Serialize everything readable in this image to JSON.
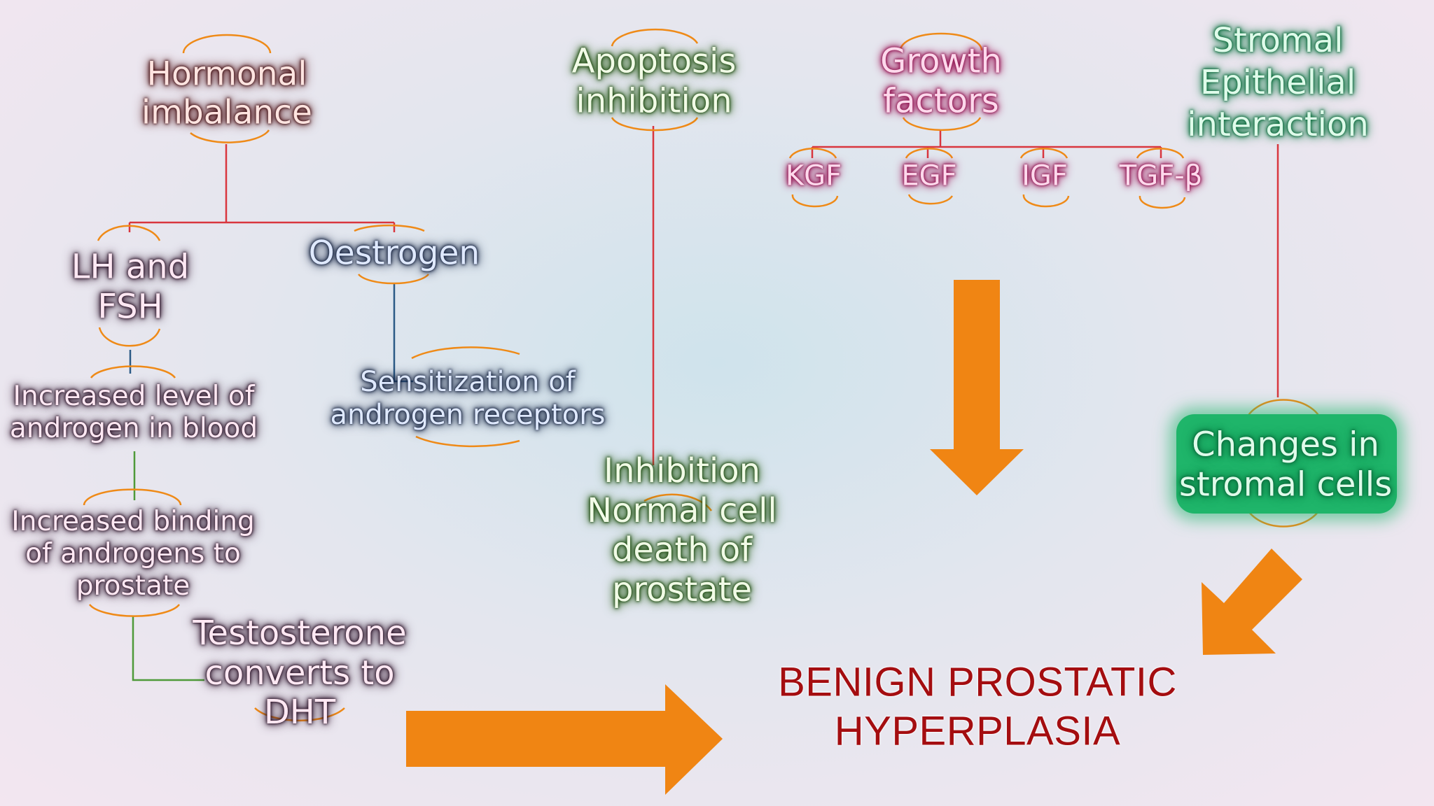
{
  "nodes": {
    "hormonal_imbalance": "Hormonal imbalance",
    "hormonal_imbalance_l1": "Hormonal",
    "hormonal_imbalance_l2": "imbalance",
    "lh_fsh_l1": "LH and",
    "lh_fsh_l2": "FSH",
    "oestrogen": "Oestrogen",
    "increased_level_l1": "Increased level of",
    "increased_level_l2": "androgen in blood",
    "sensitization_l1": "Sensitization of",
    "sensitization_l2": "androgen receptors",
    "increased_binding_l1": "Increased binding",
    "increased_binding_l2": "of androgens to",
    "increased_binding_l3": "prostate",
    "testosterone_l1": "Testosterone",
    "testosterone_l2": "converts to",
    "testosterone_l3": "DHT",
    "apoptosis_l1": "Apoptosis",
    "apoptosis_l2": "inhibition",
    "inhibition_l1": "Inhibition",
    "inhibition_l2": "Normal cell",
    "inhibition_l3": "death of",
    "inhibition_l4": "prostate",
    "growth_l1": "Growth",
    "growth_l2": "factors",
    "kgf": "KGF",
    "egf": "EGF",
    "igf": "IGF",
    "tgf": "TGF-β",
    "stromal_l1": "Stromal",
    "stromal_l2": "Epithelial",
    "stromal_l3": "interaction",
    "changes_l1": "Changes in",
    "changes_l2": "stromal cells",
    "bph_l1": "BENIGN PROSTATIC",
    "bph_l2": "HYPERPLASIA"
  },
  "colors": {
    "link_red": "#d9363e",
    "link_navy": "#2b5a86",
    "link_green": "#4f9a3a",
    "ring_orange": "#ef8a17",
    "arrow_orange": "#f08513",
    "changes_fill": "#1fb56a",
    "bph_text": "#a40d10"
  }
}
